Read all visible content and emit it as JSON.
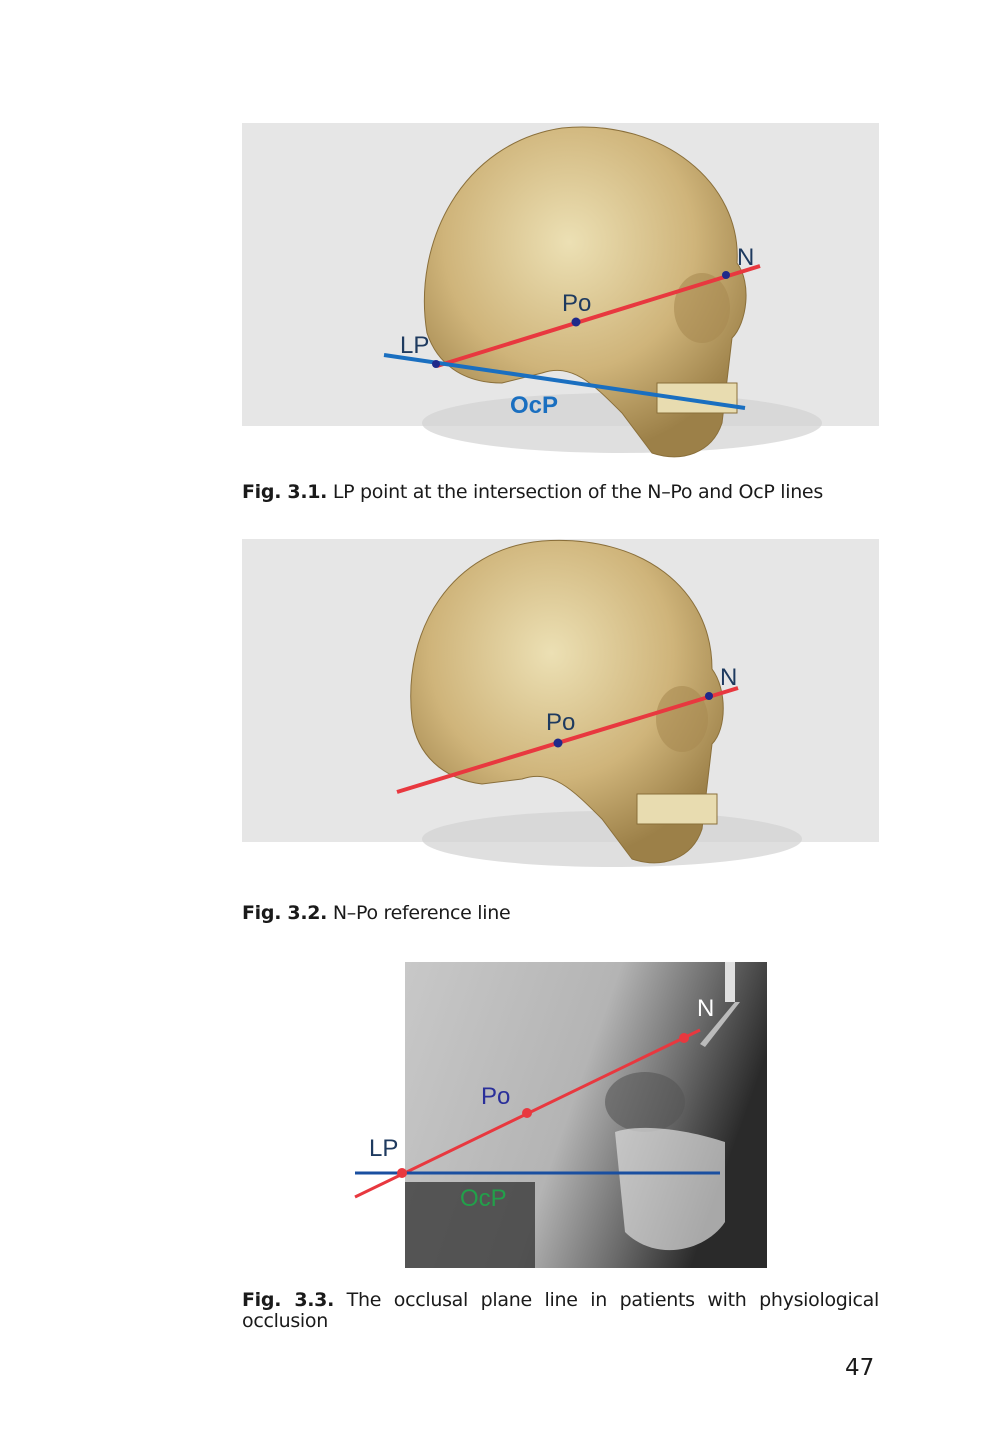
{
  "figures": [
    {
      "id": "fig-3-1",
      "labels": {
        "n": "N",
        "po": "Po",
        "lp": "LP",
        "ocp": "OcP"
      },
      "caption_number": "Fig. 3.1.",
      "caption_text": " LP point at the intersection of the N–Po and OcP lines"
    },
    {
      "id": "fig-3-2",
      "labels": {
        "n": "N",
        "po": "Po"
      },
      "caption_number": "Fig. 3.2.",
      "caption_text": " N–Po reference line"
    },
    {
      "id": "fig-3-3",
      "labels": {
        "n": "N",
        "po": "Po",
        "lp": "LP",
        "ocp": "OcP"
      },
      "caption_number": "Fig. 3.3.",
      "caption_text": " The occlusal plane line in patients with physiological occlusion"
    }
  ],
  "page_number": "47",
  "colors": {
    "npo_line": "#e8383f",
    "ocp_line": "#1a6fc0",
    "point": "#1f2a8a",
    "label_dark": "#1e3a5f",
    "ocp_label_green": "#22a04a",
    "xray_label_blue": "#2a2f9a",
    "skull": "#cdb57a",
    "panel_bg": "#e6e6e6"
  }
}
